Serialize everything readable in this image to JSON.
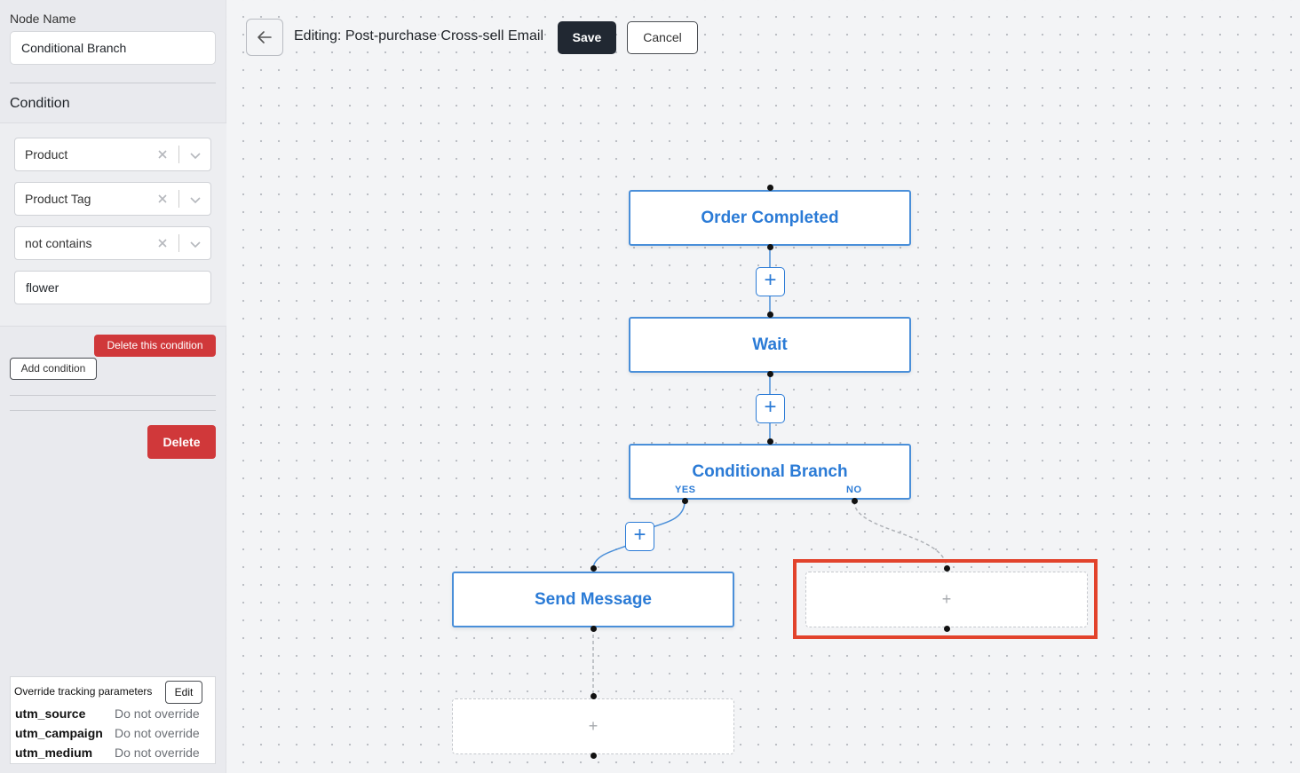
{
  "sidebar": {
    "node_name_label": "Node Name",
    "node_name_value": "Conditional Branch",
    "condition_heading": "Condition",
    "conditions": [
      {
        "value": "Product"
      },
      {
        "value": "Product Tag"
      },
      {
        "value": "not contains"
      }
    ],
    "condition_text_value": "flower",
    "delete_condition_label": "Delete this condition",
    "add_condition_label": "Add condition",
    "delete_label": "Delete",
    "tracking": {
      "label": "Override tracking parameters",
      "edit_label": "Edit",
      "rows": [
        {
          "key": "utm_source",
          "value": "Do not override"
        },
        {
          "key": "utm_campaign",
          "value": "Do not override"
        },
        {
          "key": "utm_medium",
          "value": "Do not override"
        }
      ]
    }
  },
  "header": {
    "title": "Editing: Post-purchase Cross-sell Email",
    "save_label": "Save",
    "cancel_label": "Cancel"
  },
  "flow": {
    "nodes": [
      {
        "label": "Order Completed"
      },
      {
        "label": "Wait"
      },
      {
        "label": "Conditional Branch"
      },
      {
        "label": "Send Message"
      }
    ],
    "yes_label": "YES",
    "no_label": "NO",
    "add_symbol": "+",
    "placeholder_symbol": "+"
  },
  "colors": {
    "accent": "#2b7bd6",
    "danger": "#d0383a",
    "highlight": "#e2432c",
    "primary_button": "#212832"
  },
  "icons": {
    "back": "arrow-left-icon",
    "clear": "close-icon",
    "dropdown": "chevron-down-icon"
  }
}
